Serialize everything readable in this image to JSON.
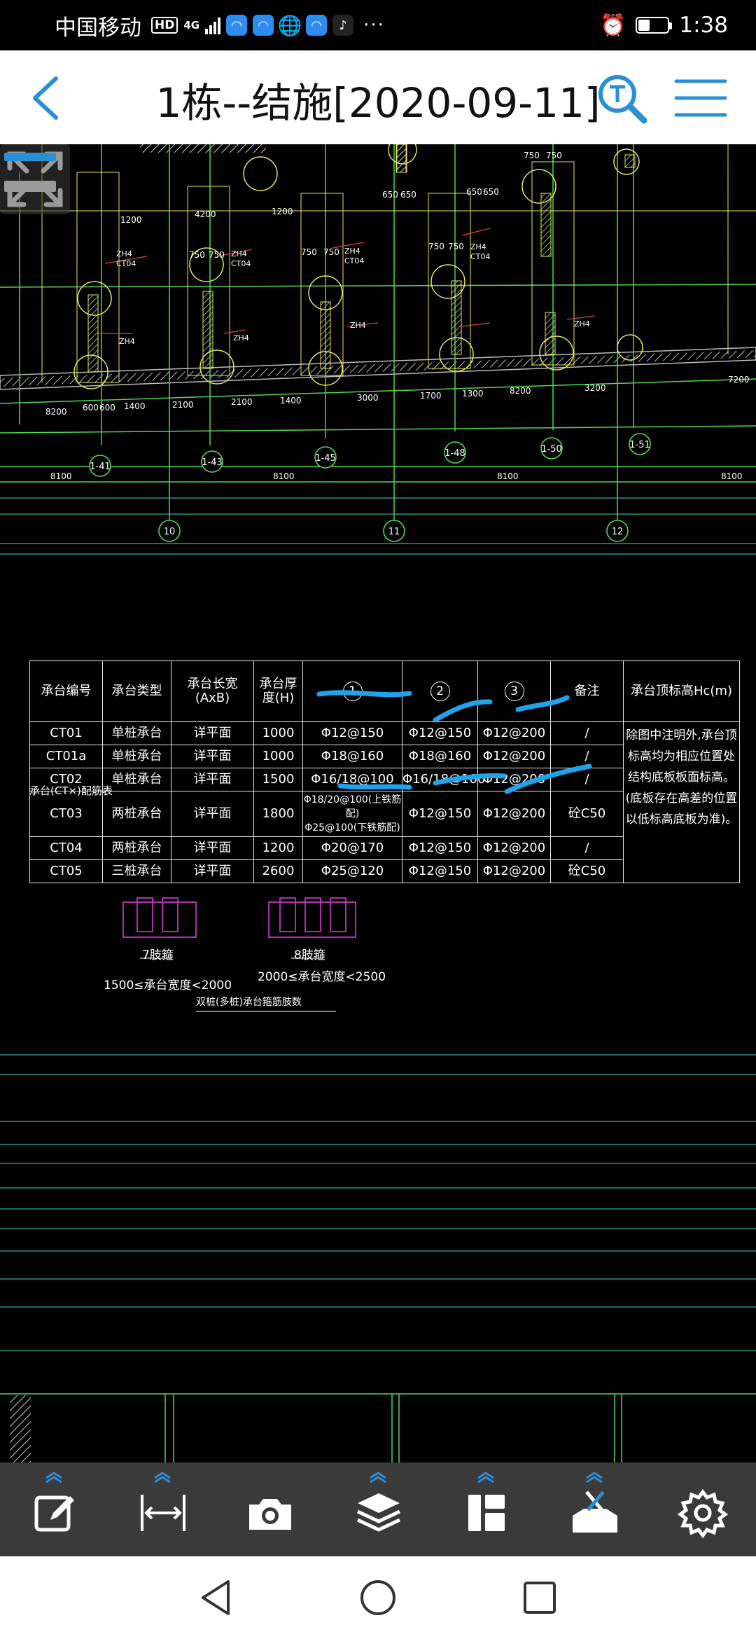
{
  "status_bar": {
    "carrier": "中国移动",
    "hd_badge": "HD",
    "network": "4G",
    "more": "···",
    "time": "1:38"
  },
  "header": {
    "title": "1栋--结施[2020-09-11]"
  },
  "drawing": {
    "grid_bubbles": [
      "1-41",
      "1-43",
      "1-45",
      "1-48",
      "1-50",
      "1-51"
    ],
    "axis_bubbles": [
      "10",
      "11",
      "12"
    ],
    "dims_row1": [
      "8200",
      "600",
      "600",
      "1400",
      "2100",
      "2100",
      "1400",
      "3000",
      "1700",
      "1300",
      "8200",
      "3200",
      "7200"
    ],
    "dims_row2": [
      "8100",
      "8100",
      "8100",
      "8100"
    ],
    "top_dims": [
      "1200",
      "4200",
      "1200",
      "750",
      "750",
      "750",
      "650",
      "650",
      "650",
      "650"
    ],
    "pile_labels": [
      "ZH4",
      "CT04",
      "ZH4",
      "CT04",
      "ZH4",
      "CT04",
      "ZH4",
      "CT04",
      "ZH4",
      "ZH4",
      "ZH4",
      "ZH4"
    ],
    "table_caption": "承台(CT×)配筋表",
    "table": {
      "headers": [
        "承台编号",
        "承台类型",
        "承台长宽(AxB)",
        "承台厚度(H)",
        "1",
        "2",
        "3",
        "备注",
        "承台顶标高Hc(m)"
      ],
      "rows": [
        [
          "CT01",
          "单桩承台",
          "详平面",
          "1000",
          "Φ12@150",
          "Φ12@150",
          "Φ12@200",
          "/"
        ],
        [
          "CT01a",
          "单桩承台",
          "详平面",
          "1000",
          "Φ18@160",
          "Φ18@160",
          "Φ12@200",
          "/"
        ],
        [
          "CT02",
          "单桩承台",
          "详平面",
          "1500",
          "Φ16/18@100",
          "Φ16/18@100",
          "Φ12@200",
          "/"
        ],
        [
          "CT03",
          "两桩承台",
          "详平面",
          "1800",
          "Φ18/20@100(上铁筋配)\nΦ25@100(下铁筋配)",
          "Φ12@150",
          "Φ12@200",
          "砼C50"
        ],
        [
          "CT04",
          "两桩承台",
          "详平面",
          "1200",
          "Φ20@170",
          "Φ12@150",
          "Φ12@200",
          "/"
        ],
        [
          "CT05",
          "三桩承台",
          "详平面",
          "2600",
          "Φ25@120",
          "Φ12@150",
          "Φ12@200",
          "砼C50"
        ]
      ],
      "note": "除图中注明外,承台顶标高均为相应位置处结构底板板面标高。(底板存在高差的位置以低标高底板为准)。"
    },
    "stirrup_7": "7肢箍",
    "stirrup_7_range": "1500≤承台宽度<2000",
    "stirrup_8": "8肢箍",
    "stirrup_8_range": "2000≤承台宽度<2500",
    "stirrup_caption": "双桩(多桩)承台箍筋肢数"
  },
  "colors": {
    "cad_green": "#4fd94f",
    "cad_yellow": "#e8e65a",
    "cad_magenta": "#d63ad6",
    "cad_red": "#e04040",
    "accent_blue": "#2b8fd6",
    "markup_blue": "#1fa3ea",
    "toolbar_bg": "#3a3a3a"
  }
}
